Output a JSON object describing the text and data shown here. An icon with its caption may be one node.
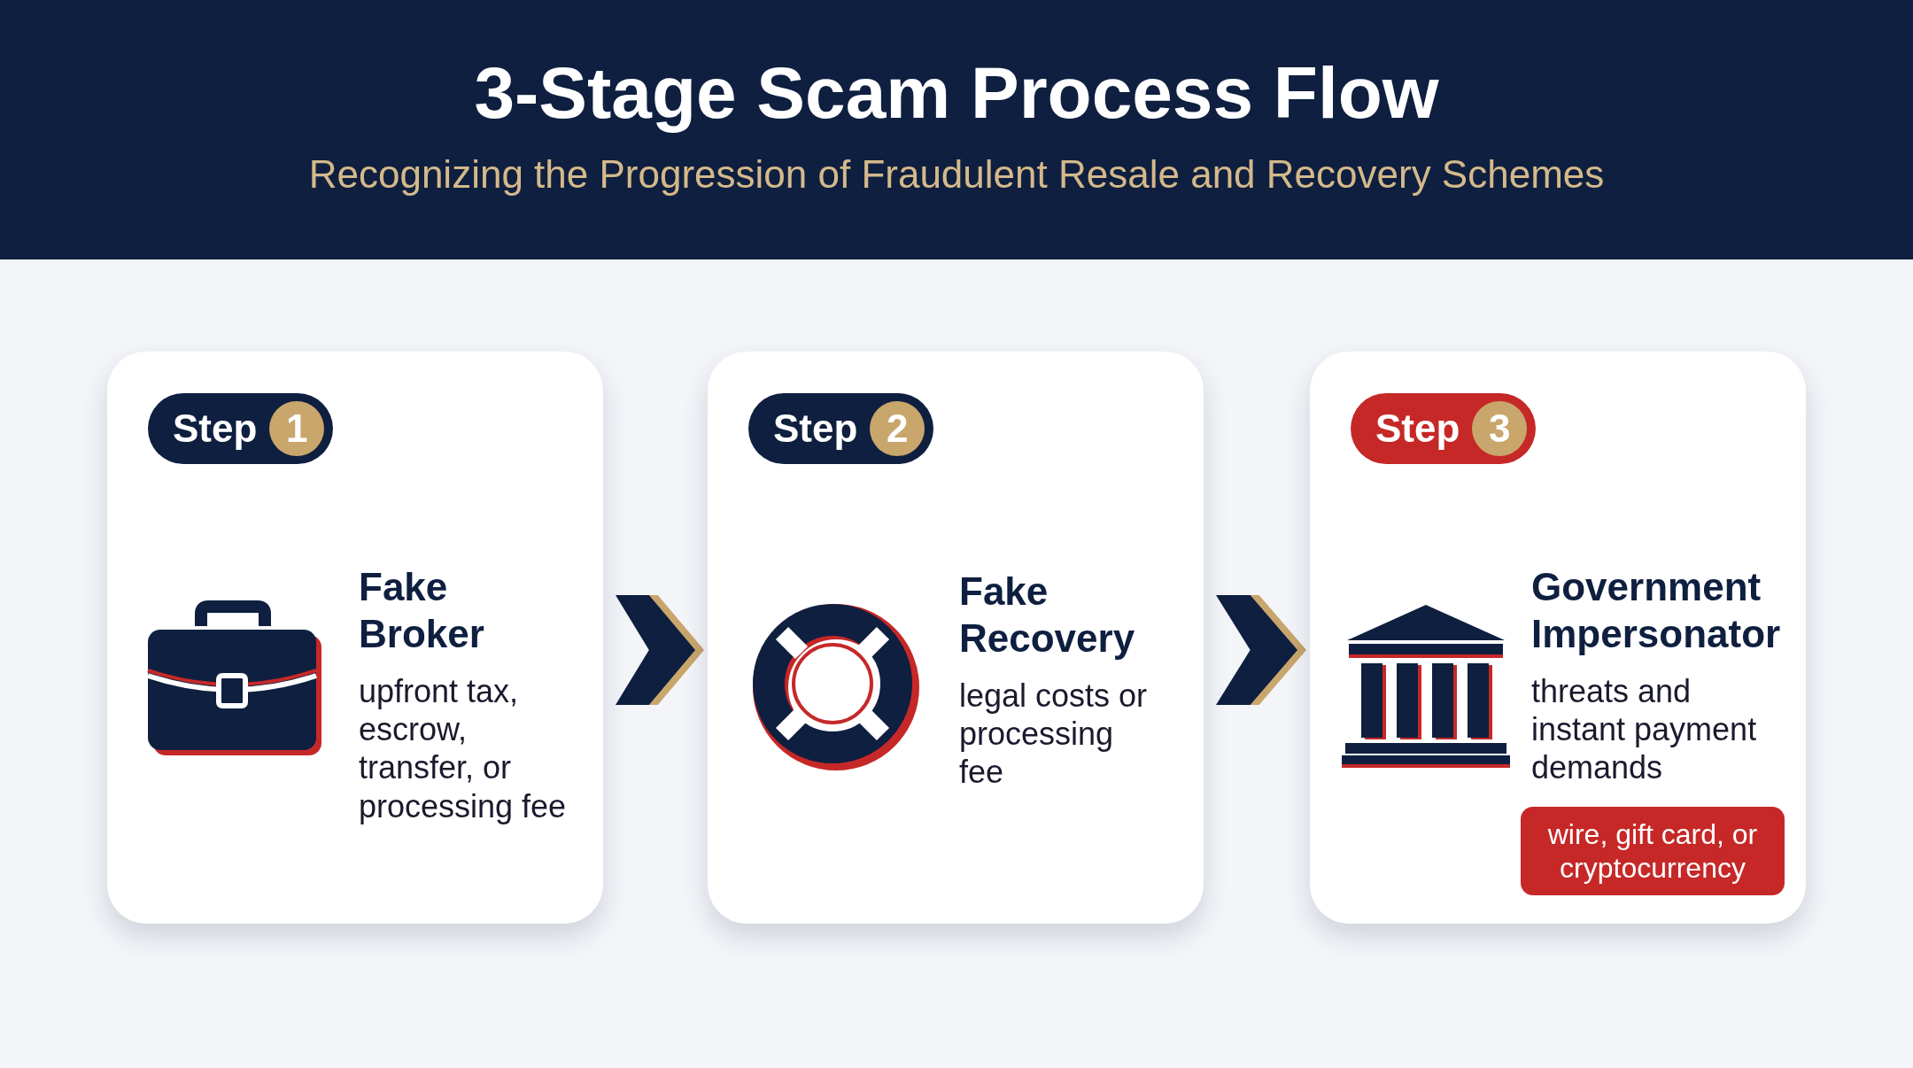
{
  "diagram": {
    "title": "3-Stage Scam Process Flow",
    "caption": "Recognizing the Progression of Fraudulent Resale and Recovery Schemes",
    "nodes": [
      {
        "text": [
          "Fake Broker",
          "upfront tax, escrow, transfer, or processing fee"
        ]
      },
      {
        "text": [
          "Step",
          "1"
        ],
        "in": 0
      },
      {
        "text": [],
        "shape": "picture",
        "in": 0
      },
      {
        "text": [
          "Fake Recovery",
          "legal costs or processing fee"
        ]
      },
      {
        "text": [
          "Step",
          "2"
        ],
        "in": 3
      },
      {
        "text": [],
        "shape": "picture",
        "in": 3
      },
      {
        "text": [
          "Government Impersonator",
          "threats and instant payment demands"
        ]
      },
      {
        "text": [
          "Step",
          "3"
        ],
        "in": 6
      },
      {
        "text": [],
        "shape": "picture",
        "in": 6
      },
      {
        "text": [
          "wire, gift card, or cryptocurrency"
        ],
        "in": 6
      }
    ],
    "edges": [
      {
        "from": 0,
        "to": 3,
        "arrow": "to"
      },
      {
        "from": 3,
        "to": 6,
        "arrow": "to"
      }
    ]
  }
}
